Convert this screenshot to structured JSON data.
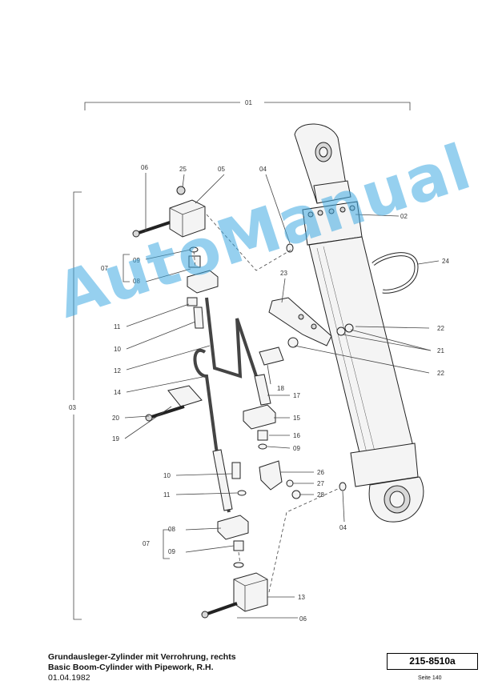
{
  "watermark": "AutoManual",
  "callouts": {
    "c01": "01",
    "c02": "02",
    "c03": "03",
    "c04a": "04",
    "c04b": "04",
    "c05": "05",
    "c06a": "06",
    "c06b": "06",
    "c07a": "07",
    "c07b": "07",
    "c08a": "08",
    "c08b": "08",
    "c09a": "09",
    "c09b": "09",
    "c09c": "09",
    "c10a": "10",
    "c10b": "10",
    "c11a": "11",
    "c11b": "11",
    "c12": "12",
    "c13": "13",
    "c14": "14",
    "c15": "15",
    "c16": "16",
    "c17": "17",
    "c18": "18",
    "c19": "19",
    "c20": "20",
    "c21": "21",
    "c22a": "22",
    "c22b": "22",
    "c23": "23",
    "c24": "24",
    "c25": "25",
    "c26": "26",
    "c27": "27",
    "c28": "28"
  },
  "title_de": "Grundausleger-Zylinder mit Verrohrung, rechts",
  "title_en": "Basic Boom-Cylinder with Pipework, R.H.",
  "date": "01.04.1982",
  "doc_number": "215-8510a",
  "page": "Seite 140"
}
